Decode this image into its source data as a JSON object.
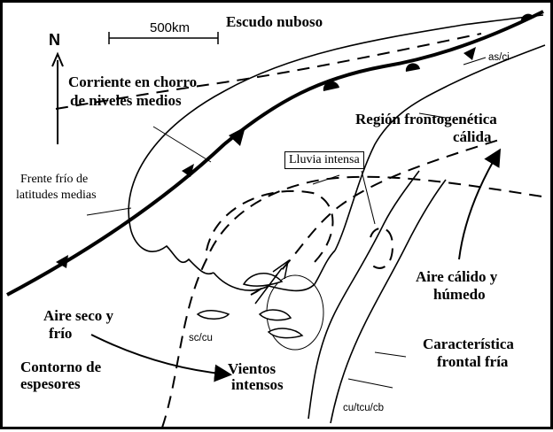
{
  "labels": {
    "cloud_shield": "Escudo nuboso",
    "scale": "500km",
    "north": "N",
    "jet_line1": "Corriente en chorro",
    "jet_line2": "de niveles medios",
    "warm_front_line1": "Región frontogenética",
    "warm_front_line2": "cálida",
    "heavy_rain": "Lluvia intensa",
    "cold_front_line1": "Frente frío de",
    "cold_front_line2": "latitudes medias",
    "warm_air_line1": "Aire cálido y",
    "warm_air_line2": "húmedo",
    "dry_air_line1": "Aire seco y",
    "dry_air_line2": "frío",
    "cold_frontal_line1": "Característica",
    "cold_frontal_line2": "frontal fría",
    "thickness_line1": "Contorno de",
    "thickness_line2": "espesores",
    "winds_line1": "Vientos",
    "winds_line2": "intensos",
    "cloud_as_ci": "as/ci",
    "cloud_sc_cu": "sc/cu",
    "cloud_cu_tcu_cb": "cu/tcu/cb"
  }
}
